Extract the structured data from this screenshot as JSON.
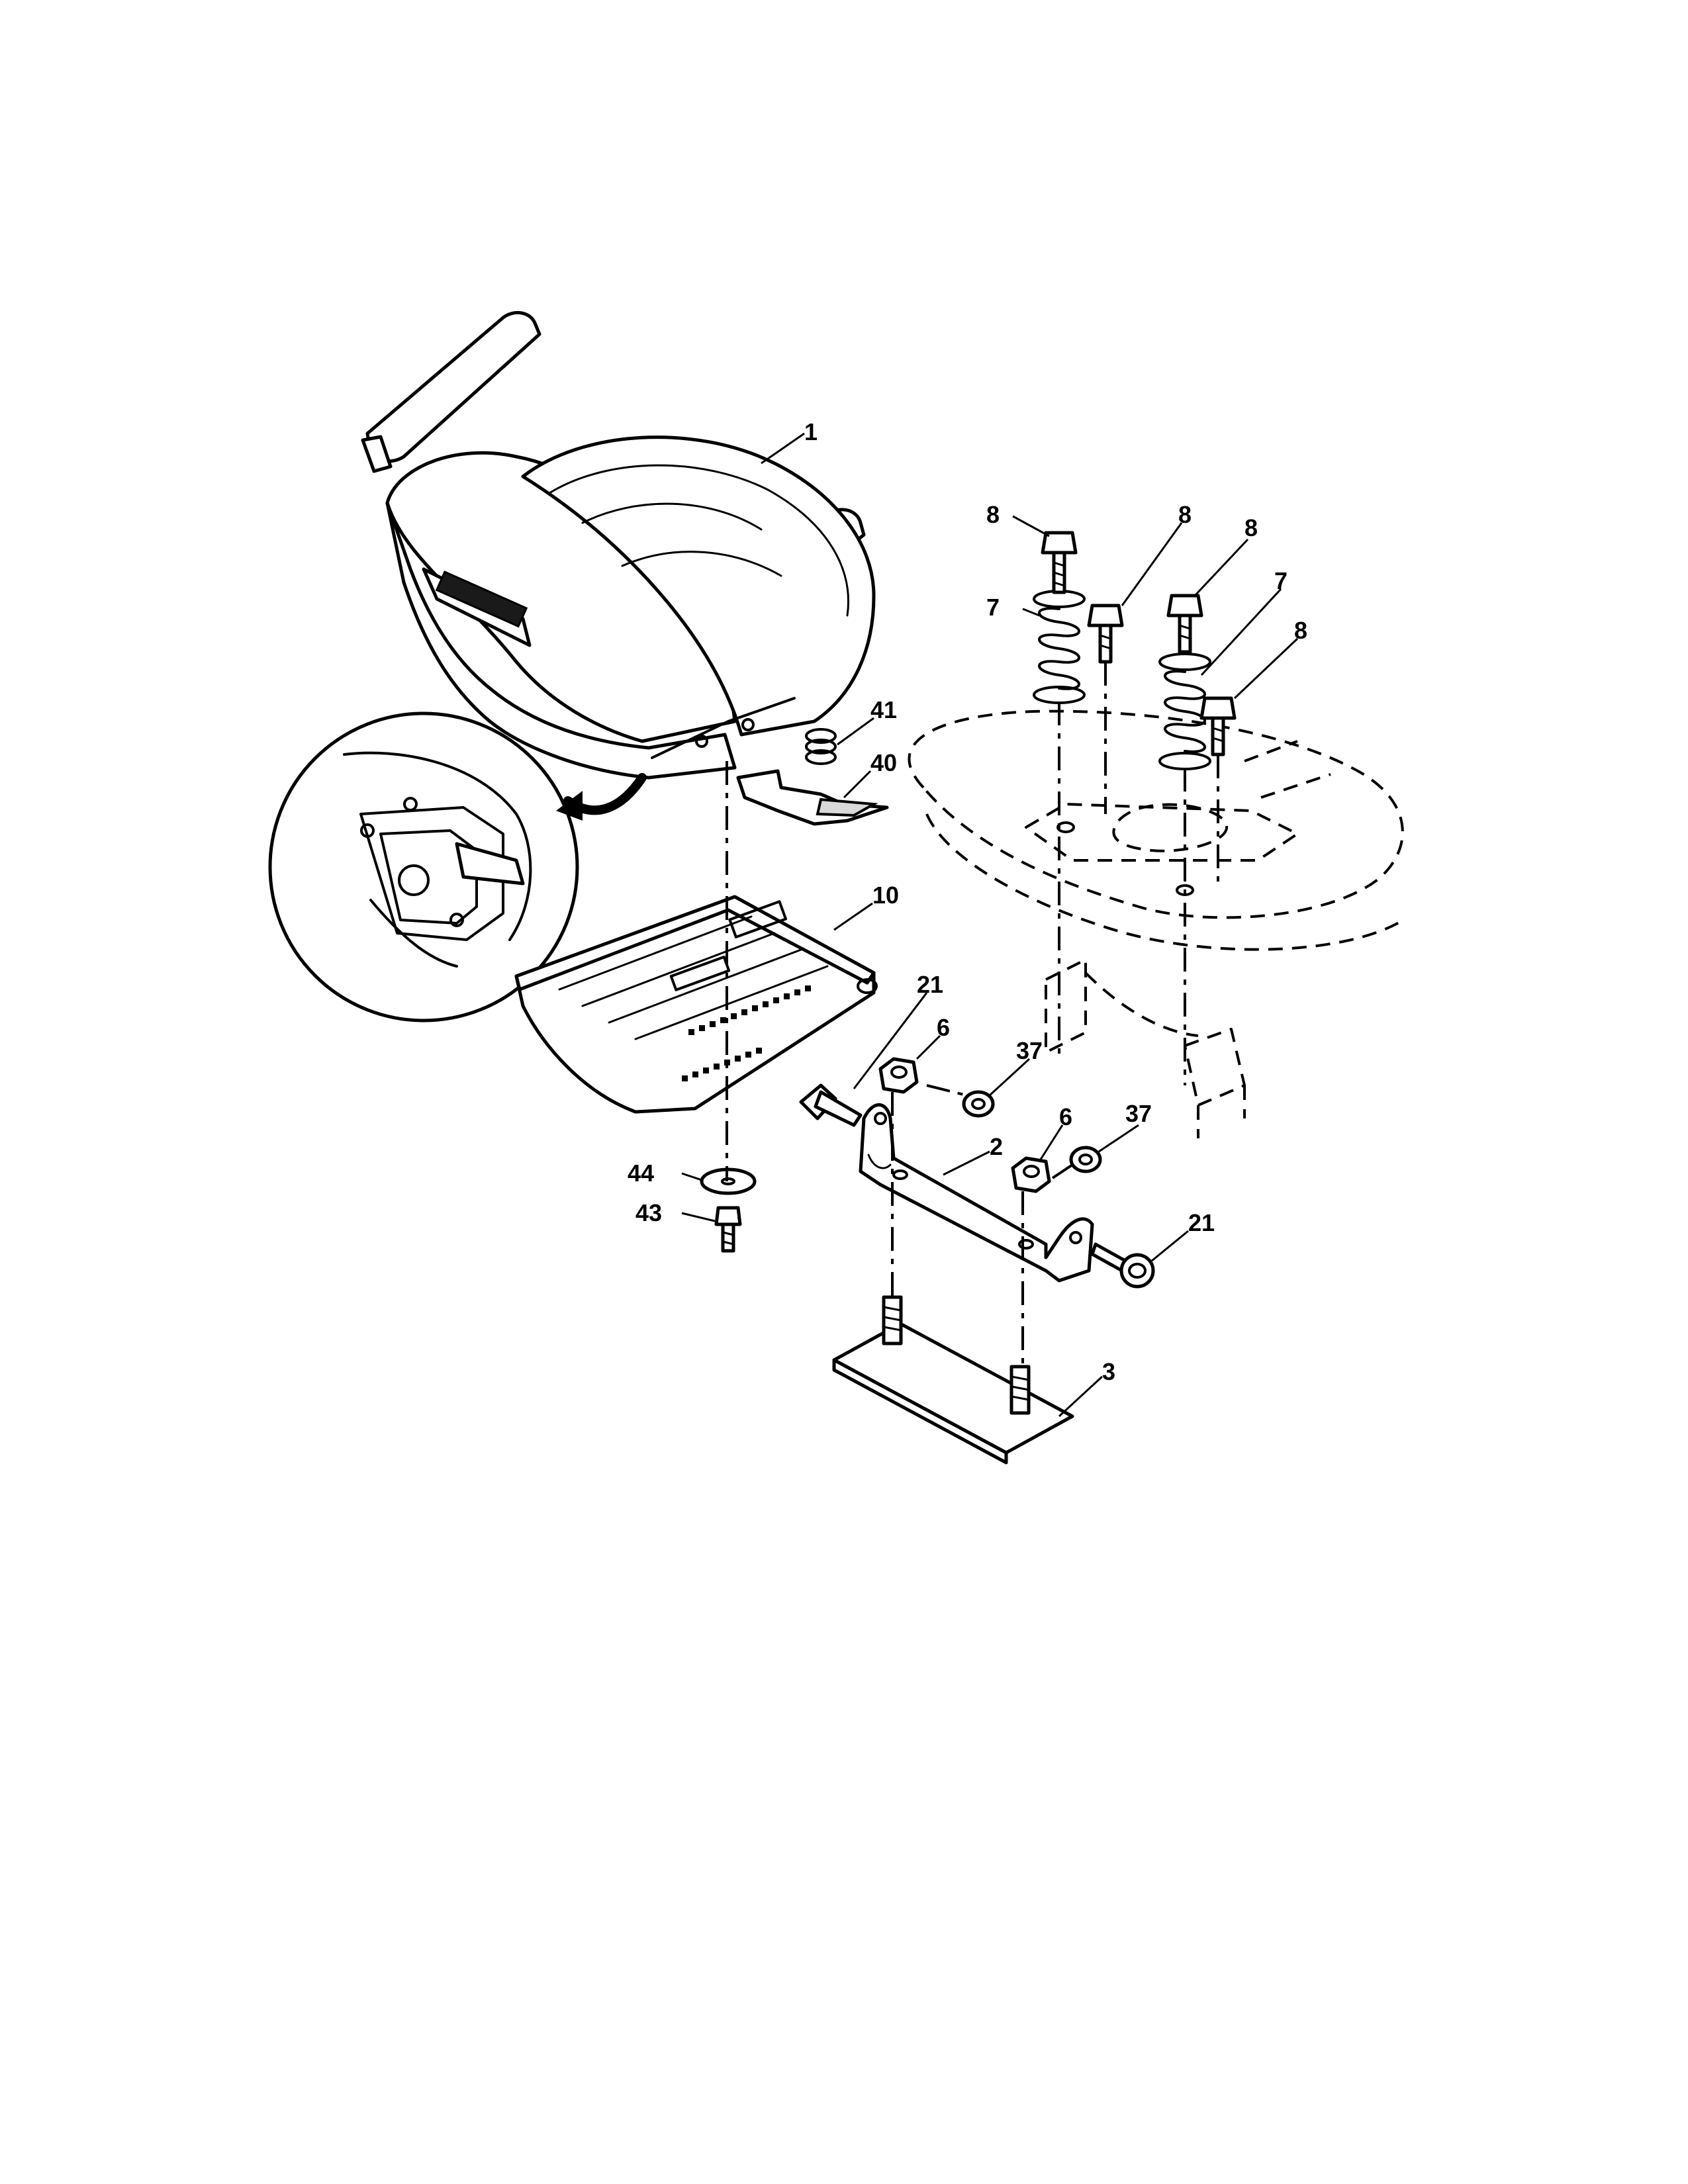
{
  "callouts": [
    {
      "id": "c1",
      "label": "1"
    },
    {
      "id": "c8a",
      "label": "8"
    },
    {
      "id": "c8b",
      "label": "8"
    },
    {
      "id": "c8c",
      "label": "8"
    },
    {
      "id": "c8d",
      "label": "8"
    },
    {
      "id": "c7a",
      "label": "7"
    },
    {
      "id": "c7b",
      "label": "7"
    },
    {
      "id": "c41",
      "label": "41"
    },
    {
      "id": "c40",
      "label": "40"
    },
    {
      "id": "c10",
      "label": "10"
    },
    {
      "id": "c21a",
      "label": "21"
    },
    {
      "id": "c6a",
      "label": "6"
    },
    {
      "id": "c37a",
      "label": "37"
    },
    {
      "id": "c6b",
      "label": "6"
    },
    {
      "id": "c37b",
      "label": "37"
    },
    {
      "id": "c2",
      "label": "2"
    },
    {
      "id": "c21b",
      "label": "21"
    },
    {
      "id": "c44",
      "label": "44"
    },
    {
      "id": "c43",
      "label": "43"
    },
    {
      "id": "c3",
      "label": "3"
    }
  ]
}
